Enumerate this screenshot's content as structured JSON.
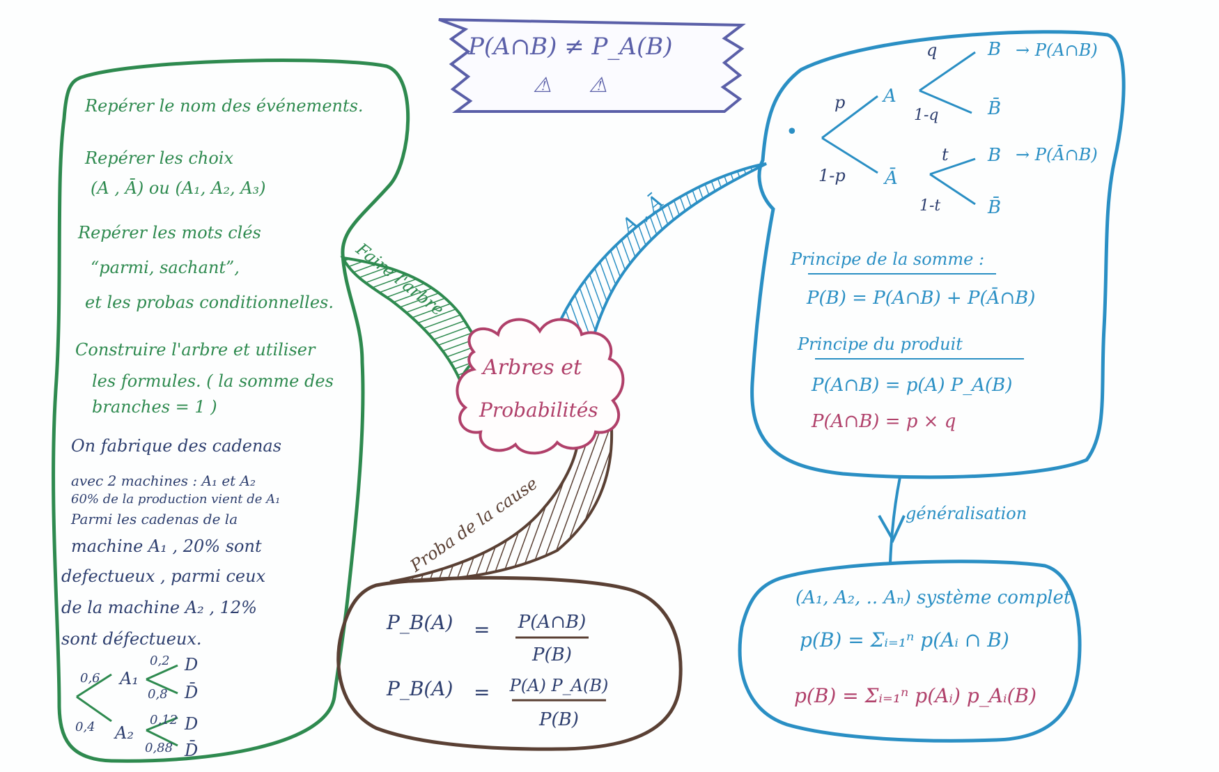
{
  "title": {
    "formula": "P(A∩B) ≠ P_A(B)",
    "warning_glyphs": [
      "⚠",
      "⚠"
    ]
  },
  "center": {
    "label_line1": "Arbres et",
    "label_line2": "Probabilités"
  },
  "branches": {
    "to_left": "Faire l'arbre",
    "to_right": "A , Ā",
    "to_bottom": "Proba de la cause",
    "to_generalisation": "généralisation"
  },
  "left_panel": {
    "bullets": [
      "Repérer le nom des événements.",
      "Repérer les choix",
      "(A , Ā) ou (A₁, A₂, A₃)",
      "Repérer les mots clés",
      "“parmi, sachant”,",
      "et les probas conditionnelles.",
      "Construire l'arbre et utiliser",
      "les formules. ( la somme des",
      "branches = 1 )"
    ],
    "example": [
      "On fabrique des cadenas",
      "avec 2 machines : A₁ et A₂",
      "60% de la production vient de A₁",
      "Parmi les cadenas de la",
      "machine A₁ , 20% sont",
      "defectueux , parmi ceux",
      "de la machine A₂ , 12%",
      "sont défectueux."
    ],
    "tree": {
      "p1": "0,6",
      "p2": "0,4",
      "n1": "A₁",
      "n2": "A₂",
      "q1": "0,2",
      "q2": "0,8",
      "q3": "0,12",
      "q4": "0,88",
      "d": "D",
      "dbar": "D̄"
    }
  },
  "right_panel": {
    "tree": {
      "p": "p",
      "one_minus_p": "1-p",
      "A": "A",
      "Abar": "Ā",
      "q": "q",
      "one_minus_q": "1-q",
      "t": "t",
      "one_minus_t": "1-t",
      "B": "B",
      "Bbar": "B̄",
      "res1": "→ P(A∩B)",
      "res2": "→ P(Ā∩B)",
      "dot": "•"
    },
    "sum_title": "Principe de la somme :",
    "sum_formula": "P(B) = P(A∩B) + P(Ā∩B)",
    "prod_title": "Principe du produit",
    "prod_formula1": "P(A∩B) = p(A) P_A(B)",
    "prod_formula2": "P(A∩B) = p × q"
  },
  "bottom_center": {
    "lhs1": "P_B(A)",
    "eq": "=",
    "num1": "P(A∩B)",
    "den1": "P(B)",
    "lhs2": "P_B(A)",
    "num2": "P(A) P_A(B)",
    "den2": "P(B)"
  },
  "bottom_right": {
    "system": "(A₁, A₂, .. Aₙ)  système complet",
    "formula1": "p(B) = Σᵢ₌₁ⁿ p(Aᵢ ∩ B)",
    "formula2": "p(B) = Σᵢ₌₁ⁿ p(Aᵢ) p_Aᵢ(B)"
  },
  "colors": {
    "green": "#2e8a4f",
    "blue": "#2a8fc4",
    "pink": "#b0406a",
    "brown": "#5a4034",
    "purple": "#5a5fa8"
  }
}
